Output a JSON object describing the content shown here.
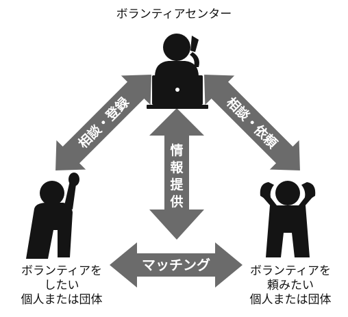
{
  "title": "ボランティアセンター",
  "arrows": {
    "left": "相談・登録",
    "right": "相談・依頼",
    "center_vertical": [
      "情",
      "報",
      "提",
      "供"
    ],
    "bottom": "マッチング"
  },
  "left_group": [
    "ボランティアを",
    "したい",
    "個人または団体"
  ],
  "right_group": [
    "ボランティアを",
    "頼みたい",
    "個人または団体"
  ],
  "icons": [
    "operator-icon",
    "laptop-icon",
    "raising-hand-person-icon",
    "hands-on-head-person-icon"
  ],
  "colors": {
    "arrow": "#6b6b6b",
    "figure": "#141414",
    "arrow_text": "#ffffff"
  }
}
